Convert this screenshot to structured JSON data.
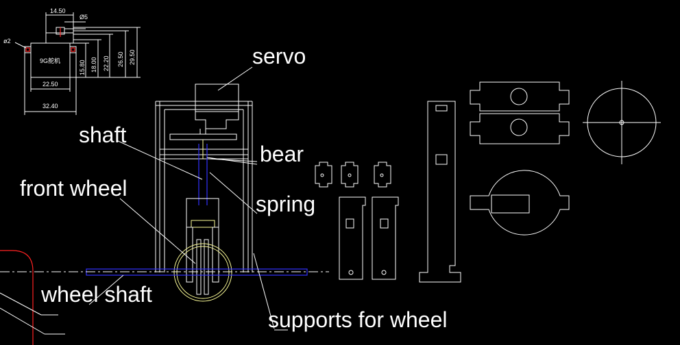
{
  "labels": {
    "servo": "servo",
    "shaft": "shaft",
    "bear": "bear",
    "front_wheel": "front wheel",
    "spring": "spring",
    "wheel_shaft": "wheel shaft",
    "supports_for_wheel": "supports for wheel"
  },
  "servo_dims": {
    "top_width": "14.50",
    "hole_dia": "Ø5",
    "side_hole_dia": "ø2",
    "body_label": "9G舵机",
    "body_width": "22.50",
    "overall_width": "32.40",
    "h1": "15.80",
    "h2": "18.00",
    "h3": "22.20",
    "h4": "26.50",
    "h5": "29.50"
  },
  "colors": {
    "background": "#000000",
    "lines": "#ffffff",
    "wheel": "#ffff99",
    "shaft": "#3333ff",
    "accent": "#ff2222"
  }
}
